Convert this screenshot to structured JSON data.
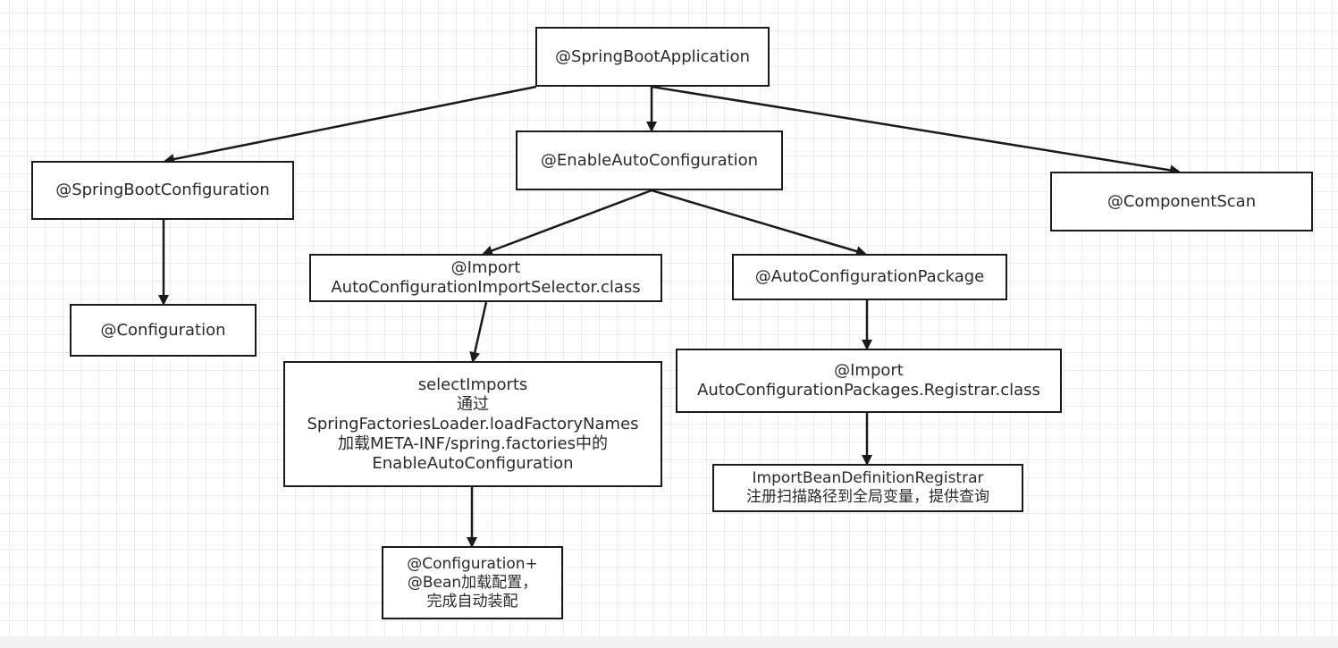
{
  "diagram": {
    "nodes": [
      {
        "id": "springbootapplication",
        "label": "@SpringBootApplication"
      },
      {
        "id": "springbootconfiguration",
        "label": "@SpringBootConfiguration"
      },
      {
        "id": "enableautoconfiguration",
        "label": "@EnableAutoConfiguration"
      },
      {
        "id": "componentscan",
        "label": "@ComponentScan"
      },
      {
        "id": "configuration",
        "label": "@Configuration"
      },
      {
        "id": "import-selector",
        "label": "@Import\nAutoConfigurationImportSelector.class"
      },
      {
        "id": "autoconfigurationpackage",
        "label": "@AutoConfigurationPackage"
      },
      {
        "id": "selectimports",
        "label": "selectImports\n通过\nSpringFactoriesLoader.loadFactoryNames\n加载META-INF/spring.factories中的\nEnableAutoConfiguration"
      },
      {
        "id": "import-registrar",
        "label": "@Import\nAutoConfigurationPackages.Registrar.class"
      },
      {
        "id": "importbeandefinitionregistrar",
        "label": "ImportBeanDefinitionRegistrar\n注册扫描路径到全局变量，提供查询"
      },
      {
        "id": "configuration-bean",
        "label": "@Configuration+\n@Bean加载配置，\n完成自动装配"
      }
    ],
    "edges": [
      {
        "from": "springbootapplication",
        "to": "springbootconfiguration"
      },
      {
        "from": "springbootapplication",
        "to": "enableautoconfiguration"
      },
      {
        "from": "springbootapplication",
        "to": "componentscan"
      },
      {
        "from": "springbootconfiguration",
        "to": "configuration"
      },
      {
        "from": "enableautoconfiguration",
        "to": "import-selector"
      },
      {
        "from": "enableautoconfiguration",
        "to": "autoconfigurationpackage"
      },
      {
        "from": "import-selector",
        "to": "selectimports"
      },
      {
        "from": "autoconfigurationpackage",
        "to": "import-registrar"
      },
      {
        "from": "import-registrar",
        "to": "importbeandefinitionregistrar"
      },
      {
        "from": "selectimports",
        "to": "configuration-bean"
      }
    ]
  }
}
